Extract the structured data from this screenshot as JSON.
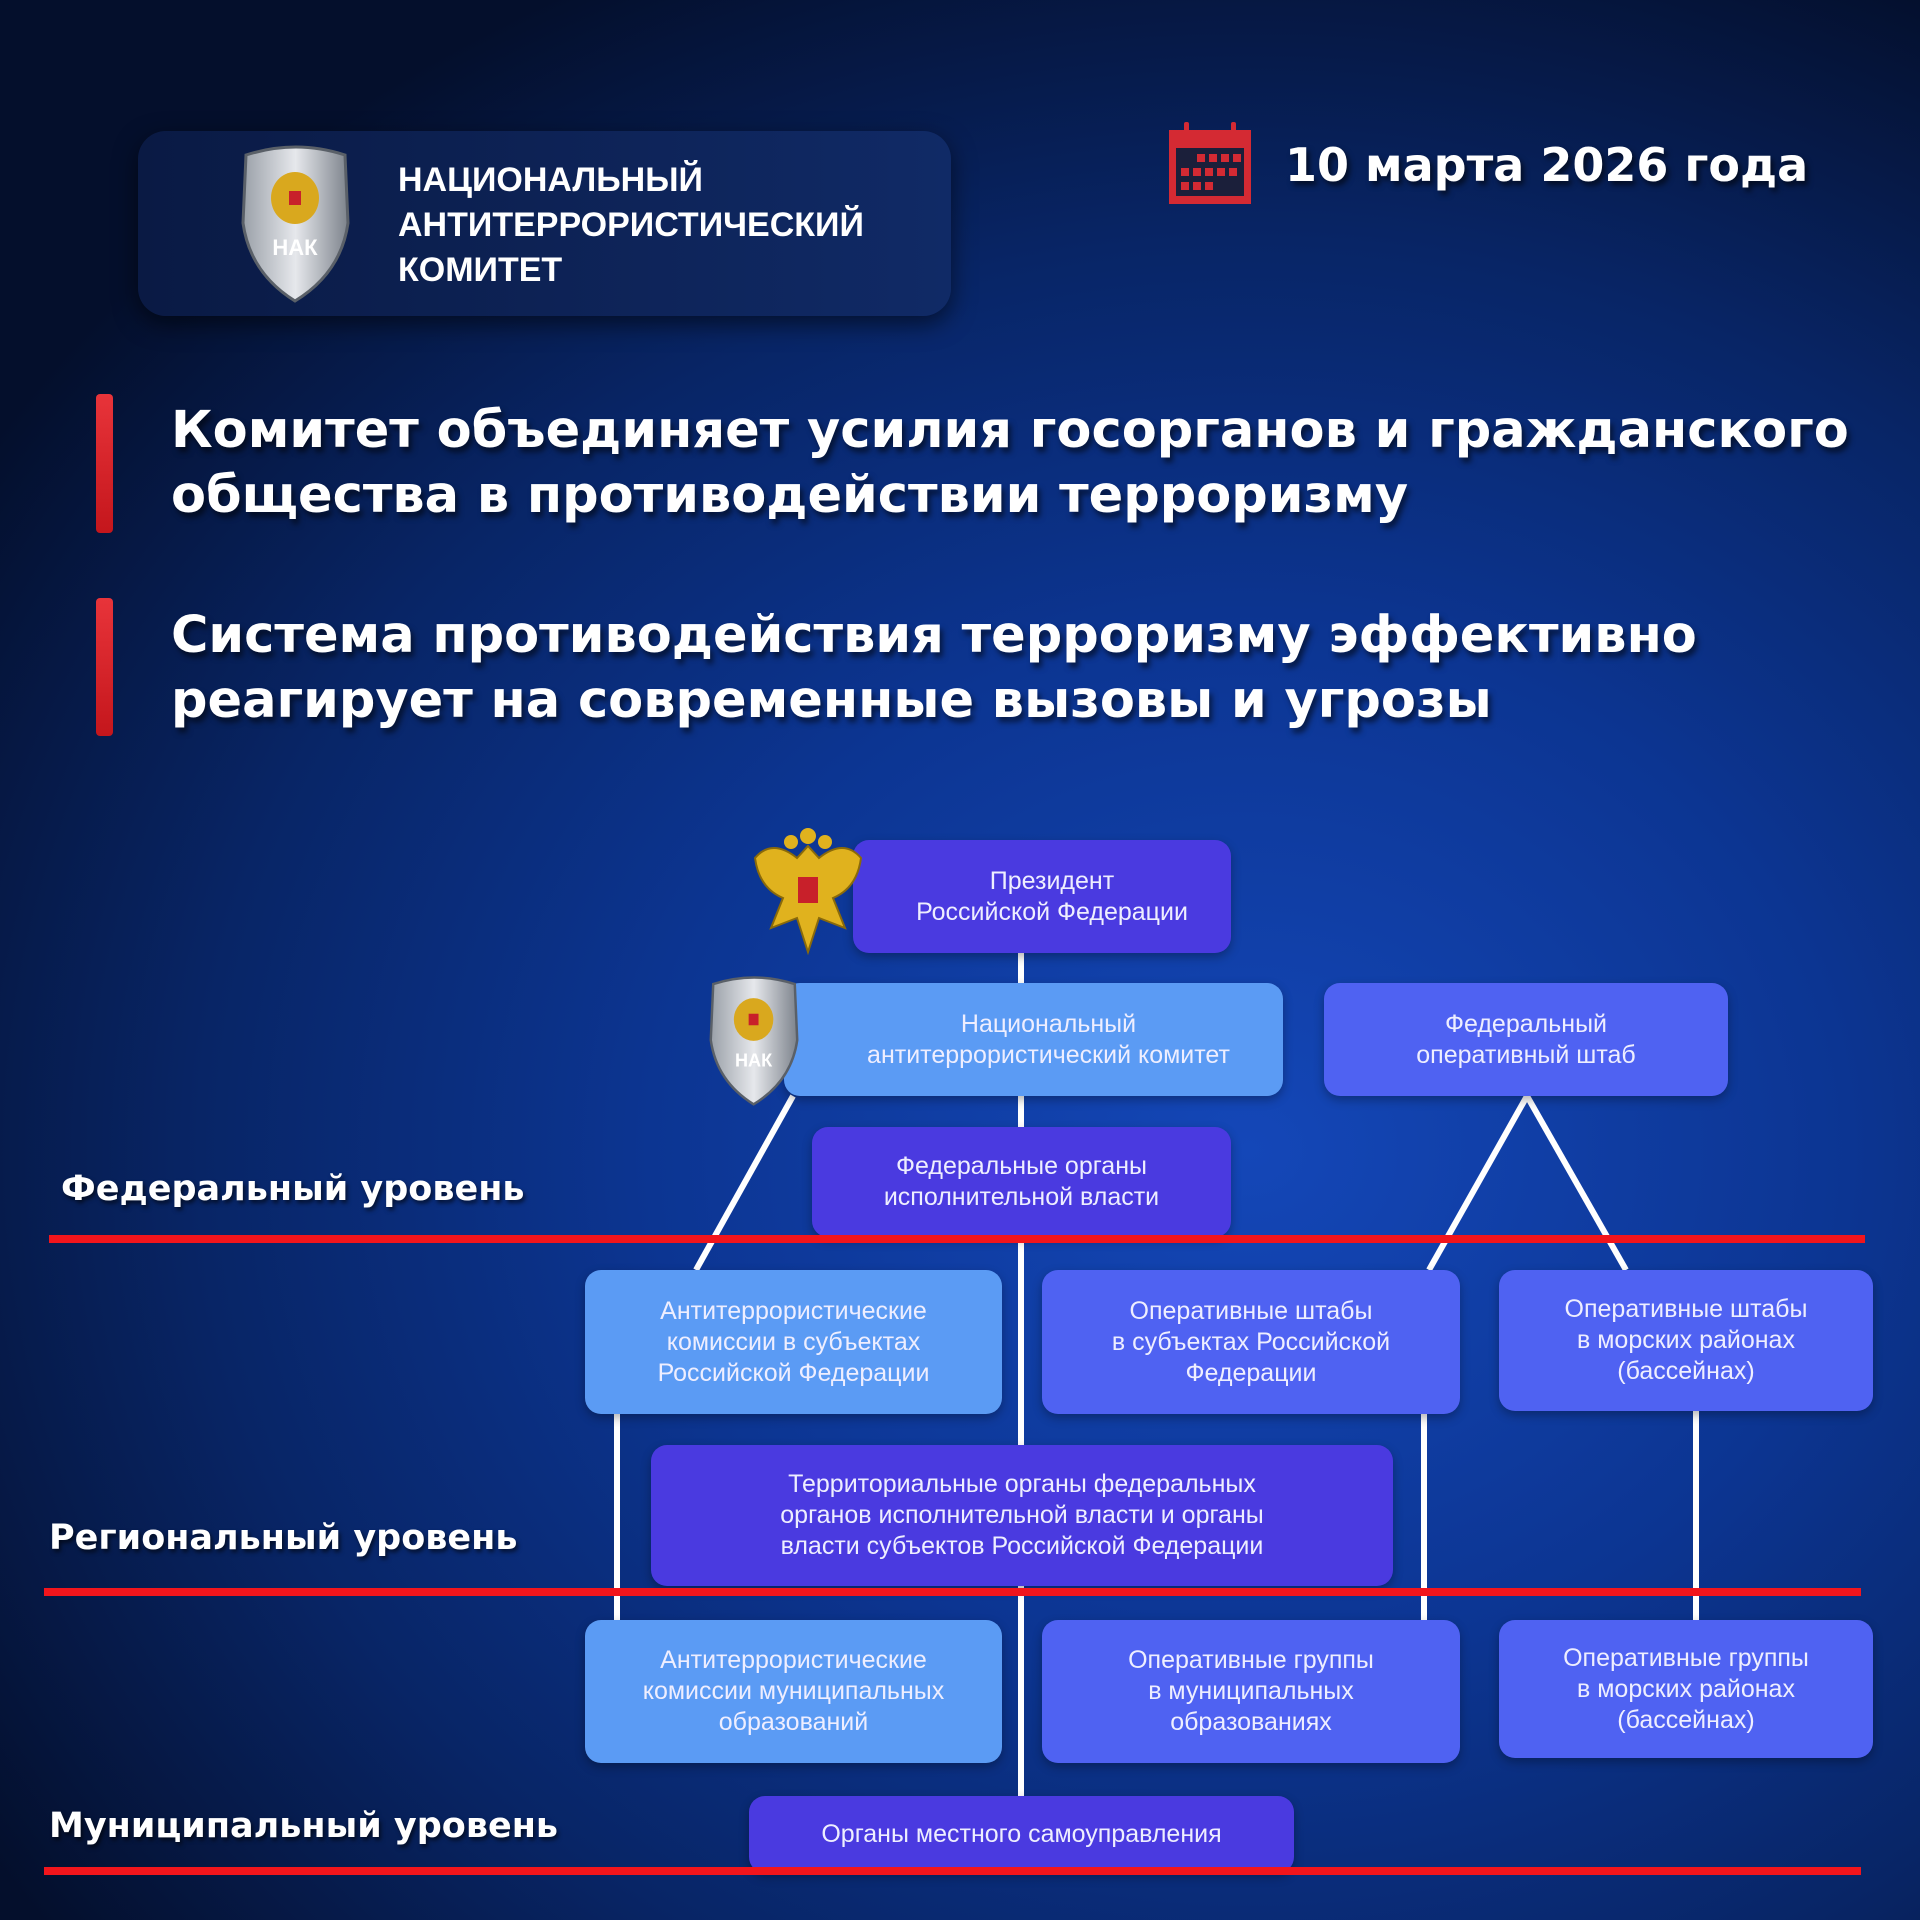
{
  "header": {
    "org_lines": [
      "НАЦИОНАЛЬНЫЙ",
      "АНТИТЕРРОРИСТИЧЕСКИЙ",
      "КОМИТЕТ"
    ],
    "logo_text": "НАК",
    "date": "10 марта 2026 года"
  },
  "headlines": [
    {
      "lines": [
        "Комитет объединяет усилия госорганов и гражданского",
        "общества в противодействии терроризму"
      ]
    },
    {
      "lines": [
        "Система противодействия терроризму эффективно",
        "реагирует на современные вызовы и угрозы"
      ]
    }
  ],
  "levels": {
    "federal": "Федеральный уровень",
    "regional": "Региональный уровень",
    "municipal": "Муниципальный уровень"
  },
  "boxes": {
    "president": "Президент\nРоссийской Федерации",
    "nak": "Национальный\nантитеррористический комитет",
    "fos": "Федеральный\nоперативный штаб",
    "fed_organs": "Федеральные органы\nисполнительной власти",
    "atk_subjects": "Антитеррористические\nкомиссии в субъектах\nРоссийской Федерации",
    "os_subjects": "Оперативные штабы\nв субъектах Российской\nФедерации",
    "os_sea": "Оперативные штабы\nв морских районах\n(бассейнах)",
    "territorial": "Территориальные органы федеральных\nорганов исполнительной власти и органы\nвласти субъектов Российской Федерации",
    "atk_municipal": "Антитеррористические\nкомиссии муниципальных\nобразований",
    "og_municipal": "Оперативные группы\nв муниципальных\nобразованиях",
    "og_sea": "Оперативные группы\nв морских районах\n(бассейнах)",
    "local_gov": "Органы местного самоуправления"
  },
  "colors": {
    "accent_red": "#f2151c",
    "purple": "#4a3ae0",
    "light_blue": "#5b9bf4",
    "blue": "#4f62f2"
  }
}
